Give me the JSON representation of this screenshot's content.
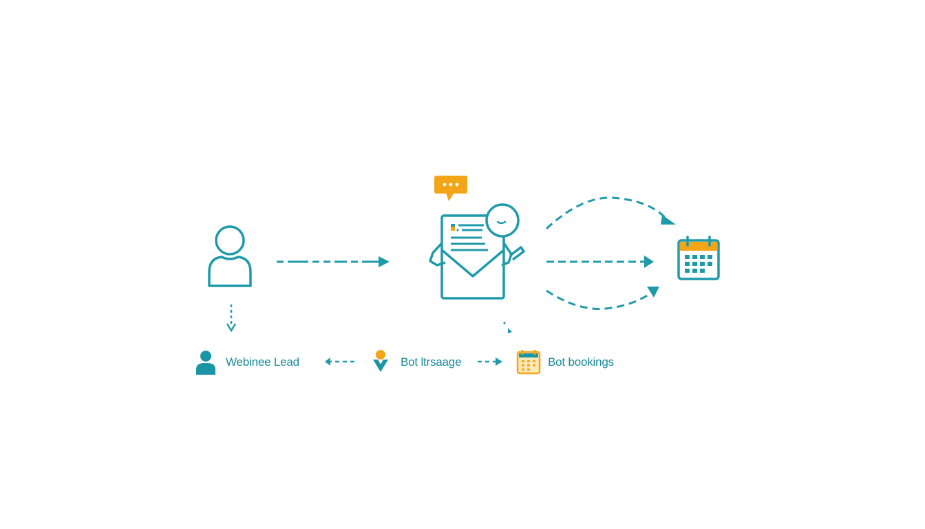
{
  "colors": {
    "teal": "#1f9aaa",
    "teal_dark": "#17899a",
    "orange": "#f2a516",
    "background": "#ffffff"
  },
  "diagram": {
    "nodes": [
      {
        "id": "lead",
        "icon": "person-outline-icon"
      },
      {
        "id": "bot",
        "icon": "envelope-bot-icon",
        "badge": "speech-bubble-icon",
        "badge_text": "•••"
      },
      {
        "id": "calendar",
        "icon": "calendar-icon"
      }
    ],
    "edges": [
      {
        "from": "lead",
        "to": "bot",
        "style": "dashed"
      },
      {
        "from": "bot",
        "to": "calendar",
        "style": "dashed-curve-top"
      },
      {
        "from": "bot",
        "to": "calendar",
        "style": "dashed"
      },
      {
        "from": "bot",
        "to": "calendar",
        "style": "dashed-curve-bottom"
      },
      {
        "from": "lead",
        "to": "legend",
        "style": "dotted-down"
      }
    ]
  },
  "legend": {
    "items": [
      {
        "icon": "person-filled-icon",
        "label": "Webinee Lead"
      },
      {
        "icon": "location-check-icon",
        "label": "Bot ltrsaage"
      },
      {
        "icon": "calendar-icon",
        "label": "Bot bookings"
      }
    ],
    "arrows": [
      "left-dashed-arrow",
      "right-dashed-arrow"
    ]
  }
}
